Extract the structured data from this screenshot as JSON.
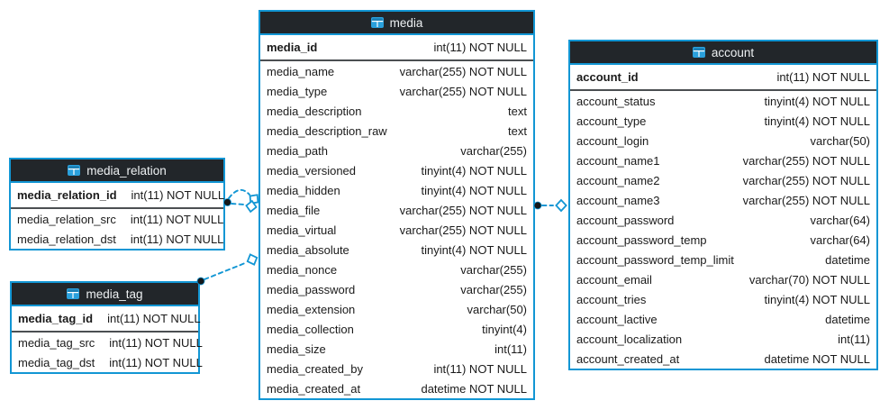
{
  "colors": {
    "accent": "#1296d4",
    "header_bg": "#22262a",
    "header_text": "#eef1f3",
    "row_text": "#1a1a1a",
    "pk_divider": "#4b4f52",
    "canvas_bg": "#ffffff"
  },
  "tables": {
    "media_relation": {
      "title": "media_relation",
      "pk": {
        "name": "media_relation_id",
        "type": "int(11) NOT NULL"
      },
      "fields": [
        {
          "name": "media_relation_src",
          "type": "int(11) NOT NULL"
        },
        {
          "name": "media_relation_dst",
          "type": "int(11) NOT NULL"
        }
      ]
    },
    "media_tag": {
      "title": "media_tag",
      "pk": {
        "name": "media_tag_id",
        "type": "int(11) NOT NULL"
      },
      "fields": [
        {
          "name": "media_tag_src",
          "type": "int(11) NOT NULL"
        },
        {
          "name": "media_tag_dst",
          "type": "int(11) NOT NULL"
        }
      ]
    },
    "media": {
      "title": "media",
      "pk": {
        "name": "media_id",
        "type": "int(11) NOT NULL"
      },
      "fields": [
        {
          "name": "media_name",
          "type": "varchar(255) NOT NULL"
        },
        {
          "name": "media_type",
          "type": "varchar(255) NOT NULL"
        },
        {
          "name": "media_description",
          "type": "text"
        },
        {
          "name": "media_description_raw",
          "type": "text"
        },
        {
          "name": "media_path",
          "type": "varchar(255)"
        },
        {
          "name": "media_versioned",
          "type": "tinyint(4) NOT NULL"
        },
        {
          "name": "media_hidden",
          "type": "tinyint(4) NOT NULL"
        },
        {
          "name": "media_file",
          "type": "varchar(255) NOT NULL"
        },
        {
          "name": "media_virtual",
          "type": "varchar(255) NOT NULL"
        },
        {
          "name": "media_absolute",
          "type": "tinyint(4) NOT NULL"
        },
        {
          "name": "media_nonce",
          "type": "varchar(255)"
        },
        {
          "name": "media_password",
          "type": "varchar(255)"
        },
        {
          "name": "media_extension",
          "type": "varchar(50)"
        },
        {
          "name": "media_collection",
          "type": "tinyint(4)"
        },
        {
          "name": "media_size",
          "type": "int(11)"
        },
        {
          "name": "media_created_by",
          "type": "int(11) NOT NULL"
        },
        {
          "name": "media_created_at",
          "type": "datetime NOT NULL"
        }
      ]
    },
    "account": {
      "title": "account",
      "pk": {
        "name": "account_id",
        "type": "int(11) NOT NULL"
      },
      "fields": [
        {
          "name": "account_status",
          "type": "tinyint(4) NOT NULL"
        },
        {
          "name": "account_type",
          "type": "tinyint(4) NOT NULL"
        },
        {
          "name": "account_login",
          "type": "varchar(50)"
        },
        {
          "name": "account_name1",
          "type": "varchar(255) NOT NULL"
        },
        {
          "name": "account_name2",
          "type": "varchar(255) NOT NULL"
        },
        {
          "name": "account_name3",
          "type": "varchar(255) NOT NULL"
        },
        {
          "name": "account_password",
          "type": "varchar(64)"
        },
        {
          "name": "account_password_temp",
          "type": "varchar(64)"
        },
        {
          "name": "account_password_temp_limit",
          "type": "datetime"
        },
        {
          "name": "account_email",
          "type": "varchar(70) NOT NULL"
        },
        {
          "name": "account_tries",
          "type": "tinyint(4) NOT NULL"
        },
        {
          "name": "account_lactive",
          "type": "datetime"
        },
        {
          "name": "account_localization",
          "type": "int(11)"
        },
        {
          "name": "account_created_at",
          "type": "datetime NOT NULL"
        }
      ]
    }
  },
  "relationships": [
    {
      "from": "media_relation",
      "to": "media",
      "style": "dashed",
      "lines": 2
    },
    {
      "from": "media_tag",
      "to": "media",
      "style": "dashed",
      "lines": 1
    },
    {
      "from": "media",
      "to": "account",
      "style": "dashed",
      "lines": 1
    }
  ],
  "icons": {
    "table_icon": "table-grid"
  }
}
